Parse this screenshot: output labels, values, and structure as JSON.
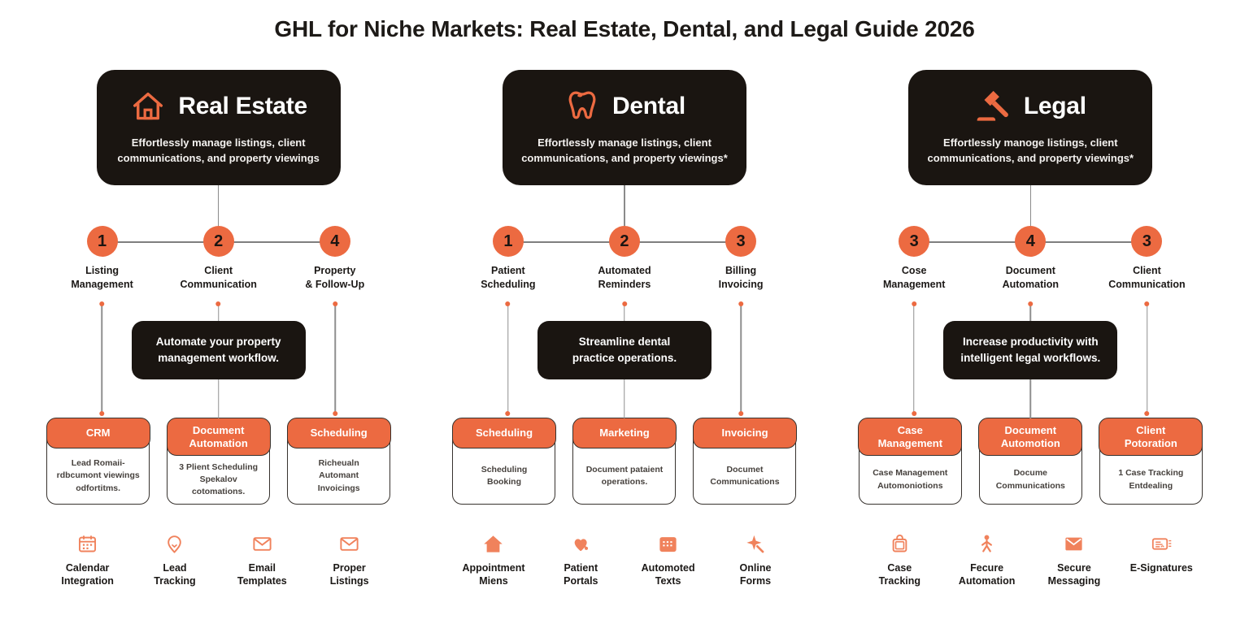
{
  "title": "GHL for Niche Markets: Real Estate, Dental, and Legal Guide 2026",
  "colors": {
    "accent": "#EC6A41",
    "icon_tint": "#F0825C",
    "panel_dark": "#1A1511",
    "background": "#FFFFFF"
  },
  "columns": [
    {
      "id": "real-estate",
      "header": {
        "icon": "house-outline-icon",
        "title": "Real Estate",
        "description": "Effortlessly manage listings, client\ncommunications, and property viewings"
      },
      "steps": [
        {
          "number": "1",
          "label": "Listing\nManagement"
        },
        {
          "number": "2",
          "label": "Client\nCommunication"
        },
        {
          "number": "4",
          "label": "Property\n& Follow-Up"
        }
      ],
      "callout": "Automate your property\nmanagement workflow.",
      "cards": [
        {
          "title": "CRM",
          "body": "Lead Romaii-\nrdbcumont viewings\nodfortitms."
        },
        {
          "title": "Document\nAutomation",
          "body": "3 Plient Scheduling\nSpekalov\ncotomations."
        },
        {
          "title": "Scheduling",
          "body": "Richeualn\nAutomant\nInvoicings"
        }
      ],
      "features": [
        {
          "icon": "calendar-icon",
          "label": "Calendar\nIntegration"
        },
        {
          "icon": "pin-drop-icon",
          "label": "Lead\nTracking"
        },
        {
          "icon": "envelope-icon",
          "label": "Email\nTemplates"
        },
        {
          "icon": "envelope-icon",
          "label": "Proper\nListings"
        }
      ]
    },
    {
      "id": "dental",
      "header": {
        "icon": "tooth-icon",
        "title": "Dental",
        "description": "Effortlessly manage listings, client\ncommunications, and property viewings*"
      },
      "steps": [
        {
          "number": "1",
          "label": "Patient\nScheduling"
        },
        {
          "number": "2",
          "label": "Automated\nReminders"
        },
        {
          "number": "3",
          "label": "Billing\nInvoicing"
        }
      ],
      "callout": "Streamline dental\npractice operations.",
      "cards": [
        {
          "title": "Scheduling",
          "body": "Scheduling\nBooking"
        },
        {
          "title": "Marketing",
          "body": "Document pataient\noperations."
        },
        {
          "title": "Invoicing",
          "body": "Documet\nCommunications"
        }
      ],
      "features": [
        {
          "icon": "house-filled-icon",
          "label": "Appointment\nMiens"
        },
        {
          "icon": "heart-medical-icon",
          "label": "Patient\nPortals"
        },
        {
          "icon": "calendar-filled-icon",
          "label": "Automoted\nTexts"
        },
        {
          "icon": "sparkle-icon",
          "label": "Online\nForms"
        }
      ]
    },
    {
      "id": "legal",
      "header": {
        "icon": "gavel-icon",
        "title": "Legal",
        "description": "Effortlessly manoge listings, client\ncommunications, and property viewings*"
      },
      "steps": [
        {
          "number": "3",
          "label": "Cose\nManagement"
        },
        {
          "number": "4",
          "label": "Document\nAutomation"
        },
        {
          "number": "3",
          "label": "Client\nCommunication"
        }
      ],
      "callout": "Increase productivity with\nintelligent legal workflows.",
      "cards": [
        {
          "title": "Case\nManagement",
          "body": "Case Management\nAutomoniotions"
        },
        {
          "title": "Document\nAutomotion",
          "body": "Docume\nCommunications"
        },
        {
          "title": "Client\nPotoration",
          "body": "1 Case Tracking\nEntdealing"
        }
      ],
      "features": [
        {
          "icon": "briefcase-icon",
          "label": "Case\nTracking"
        },
        {
          "icon": "person-icon",
          "label": "Fecure\nAutomation"
        },
        {
          "icon": "envelope-filled-icon",
          "label": "Secure\nMessaging"
        },
        {
          "icon": "signature-card-icon",
          "label": "E-Signatures"
        }
      ]
    }
  ]
}
